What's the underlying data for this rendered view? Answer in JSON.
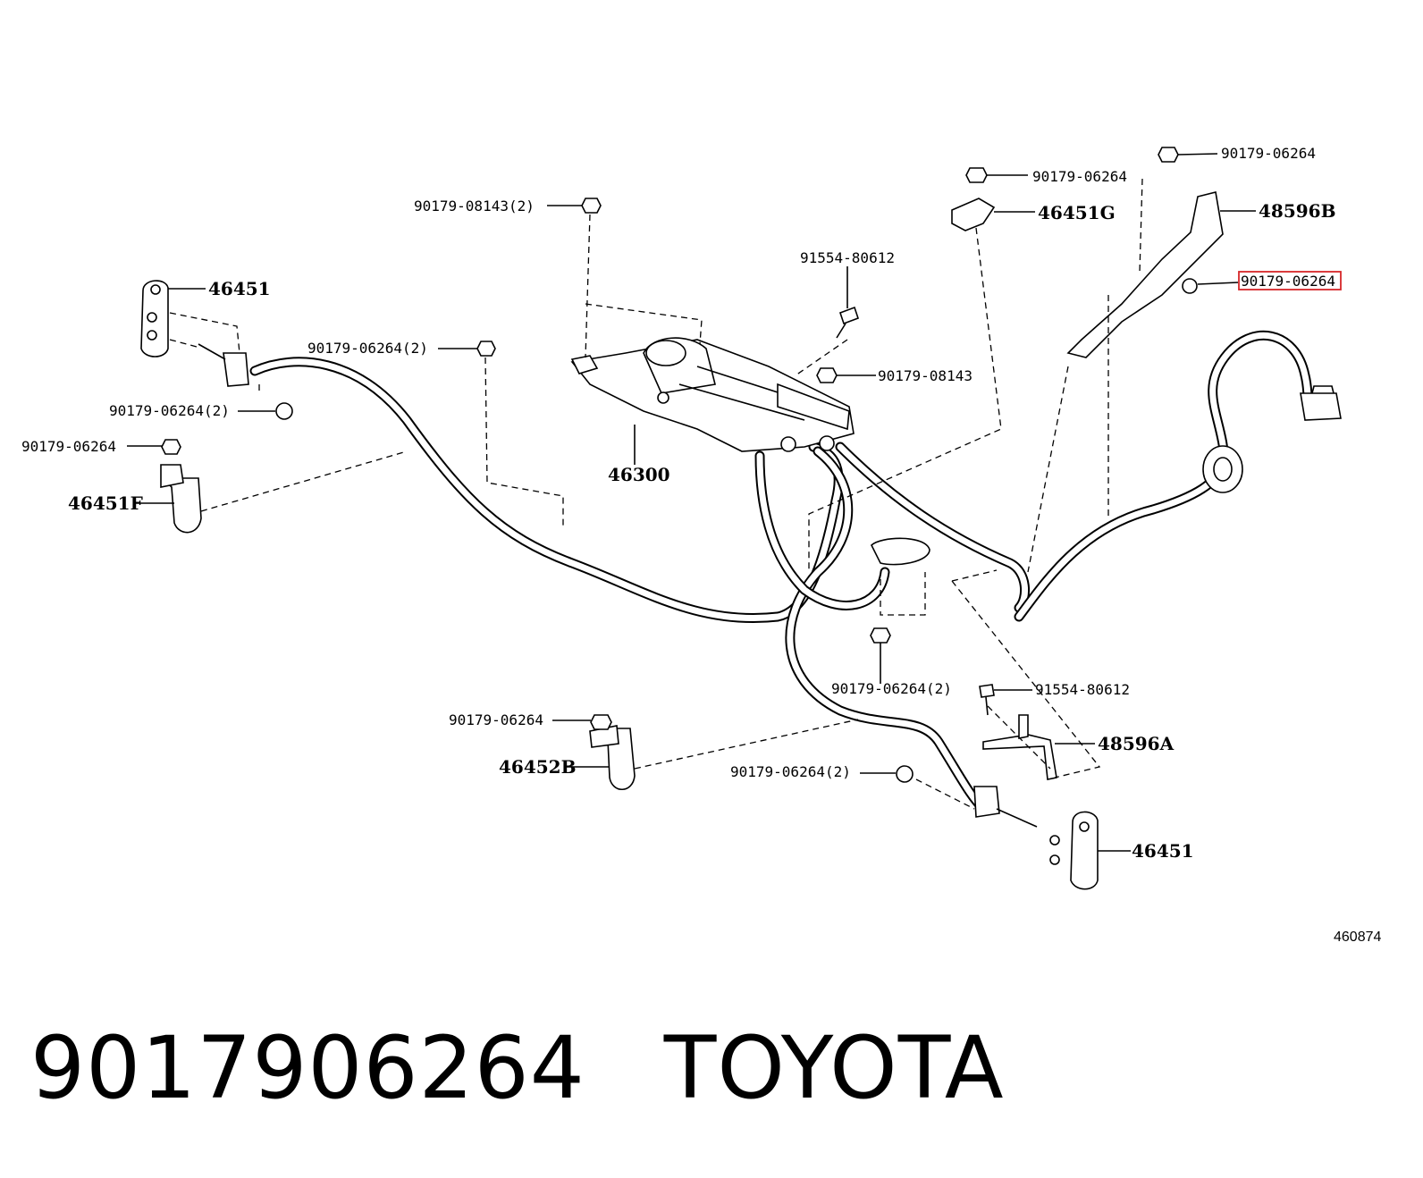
{
  "callouts": {
    "c1": "90179-08143(2)",
    "c2": "91554-80612",
    "c3": "90179-06264",
    "c4": "46451G",
    "c5": "90179-06264",
    "c6": "48596B",
    "c7": "90179-06264",
    "c8": "46451",
    "c9": "90179-06264(2)",
    "c10": "90179-08143",
    "c11": "90179-06264(2)",
    "c12": "90179-06264",
    "c13": "46451F",
    "c14": "46300",
    "c15": "90179-06264(2)",
    "c16": "91554-80612",
    "c17": "90179-06264",
    "c18": "48596A",
    "c19": "46452B",
    "c20": "90179-06264(2)",
    "c21": "46451"
  },
  "reference_code": "460874",
  "footer": {
    "part_number": "9017906264",
    "brand": "TOYOTA"
  },
  "highlight_color": "#d62728"
}
